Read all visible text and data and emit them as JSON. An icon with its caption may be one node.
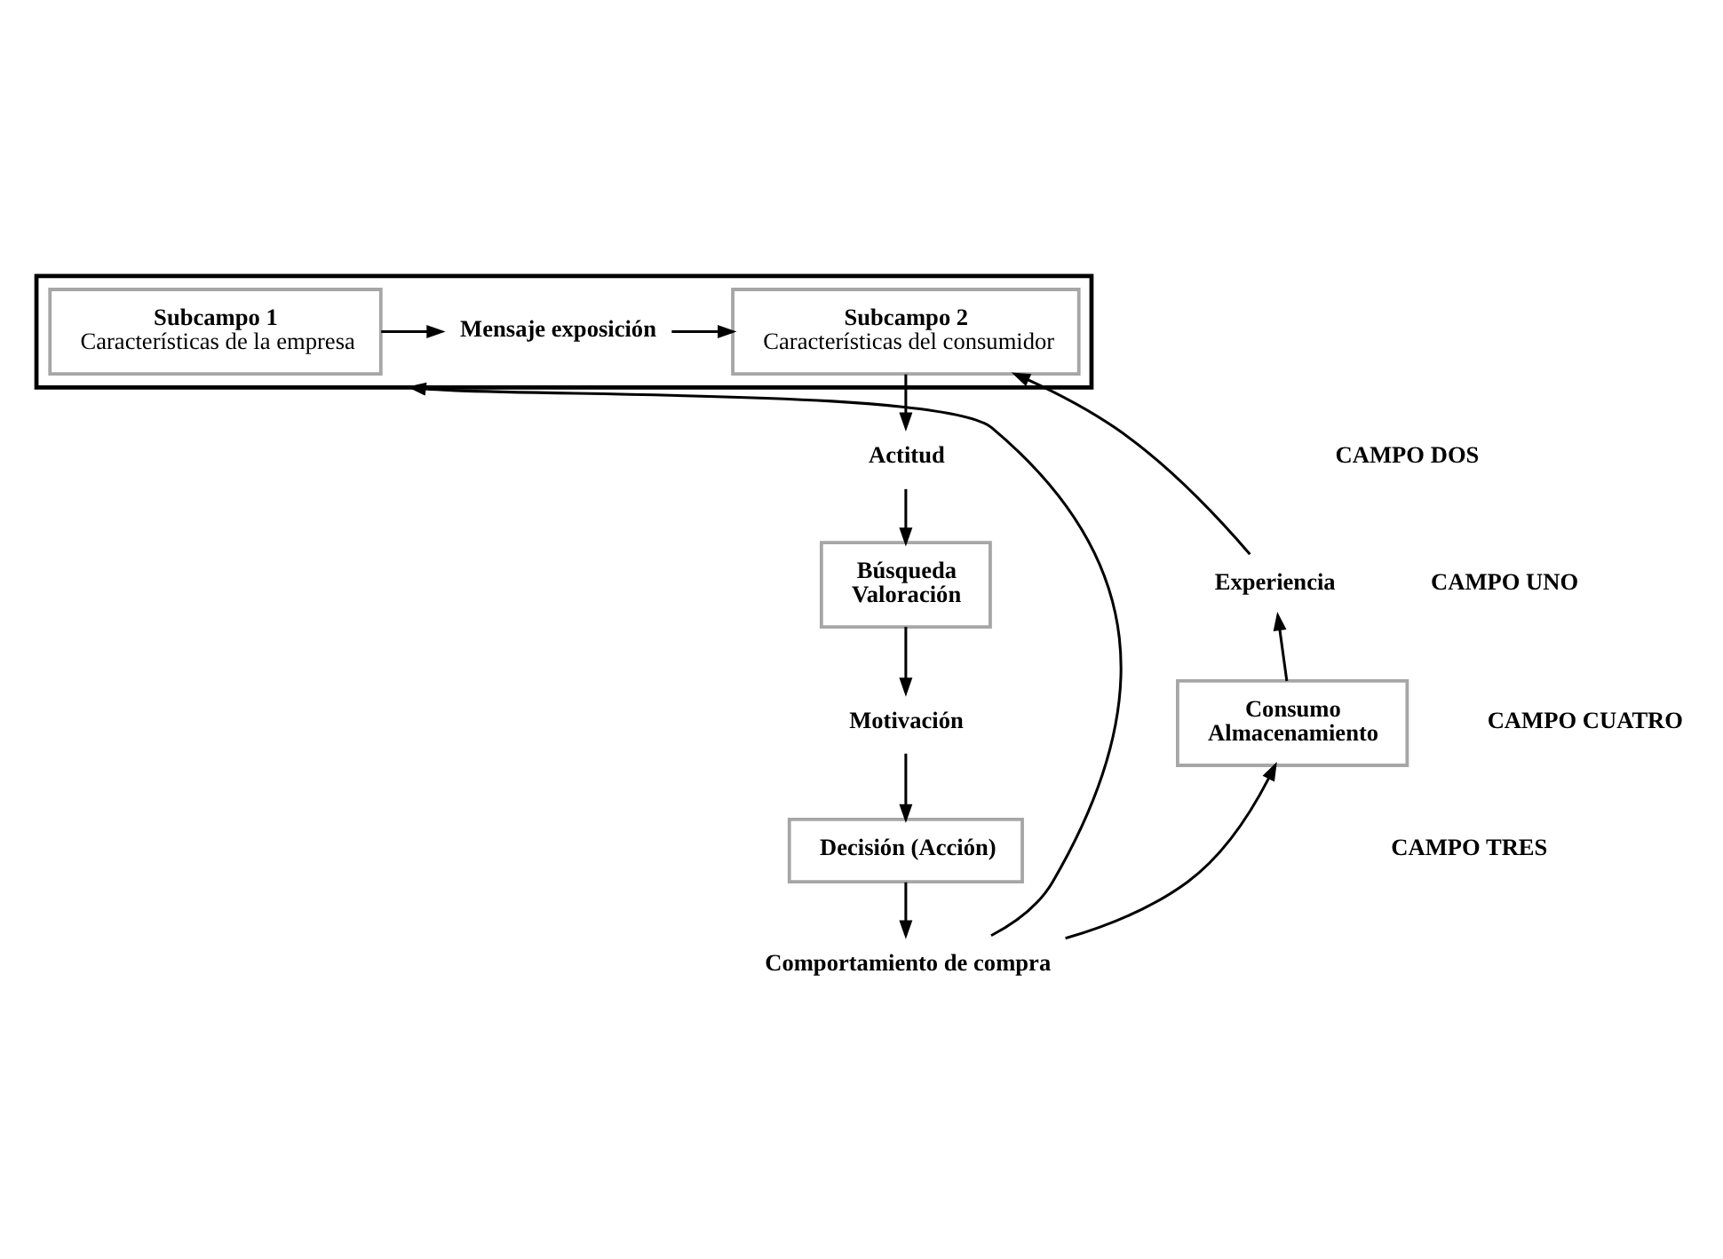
{
  "diagram": {
    "nodes": [
      {
        "text": [],
        "shape": "box"
      },
      {
        "text": [
          "Subcampo 1",
          "Características de la empresa"
        ],
        "in": 0
      },
      {
        "text": [
          "Mensaje exposición"
        ],
        "in": 0
      },
      {
        "text": [
          "Subcampo 2",
          "Características del consumidor"
        ],
        "in": 0
      },
      {
        "text": [
          "Actitud"
        ]
      },
      {
        "text": [
          "Búsqueda",
          "Valoración"
        ]
      },
      {
        "text": [
          "Motivación"
        ]
      },
      {
        "text": [
          "Decisión (Acción)"
        ]
      },
      {
        "text": [
          "Comportamiento de compra"
        ]
      },
      {
        "text": [
          "Consumo",
          "Almacenamiento"
        ]
      },
      {
        "text": [
          "Experiencia"
        ]
      }
    ],
    "edges": [
      {
        "from": 1,
        "to": 2,
        "arrow": "to"
      },
      {
        "from": 2,
        "to": 3,
        "arrow": "to"
      },
      {
        "from": 3,
        "to": 4,
        "arrow": "to"
      },
      {
        "from": 4,
        "to": 5,
        "arrow": "to"
      },
      {
        "from": 5,
        "to": 6,
        "arrow": "to"
      },
      {
        "from": 6,
        "to": 7,
        "arrow": "to"
      },
      {
        "from": 7,
        "to": 8,
        "arrow": "to"
      },
      {
        "from": 8,
        "to": 9,
        "arrow": "to"
      },
      {
        "from": 9,
        "to": 10,
        "arrow": "to"
      },
      {
        "from": 10,
        "to": 3,
        "arrow": "to"
      },
      {
        "from": 8,
        "to": 0,
        "arrow": "to"
      }
    ],
    "labels": [
      "CAMPO DOS",
      "CAMPO UNO",
      "CAMPO CUATRO",
      "CAMPO TRES"
    ]
  }
}
